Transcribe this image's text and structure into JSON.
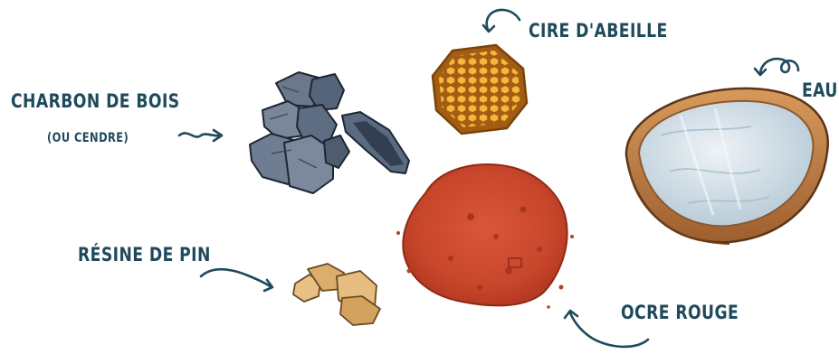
{
  "labels": {
    "charcoal": "CHARBON DE BOIS",
    "charcoal_note": "(OU CENDRE)",
    "beeswax": "CIRE D'ABEILLE",
    "water": "EAU",
    "pine_resin": "RÉSINE DE PIN",
    "red_ochre": "OCRE ROUGE"
  },
  "colors": {
    "label": "#1f4a5c",
    "charcoal": "#5d6b80",
    "beeswax": "#f2a531",
    "water_bowl": "#c8864a",
    "water": "#d5e2ea",
    "resin": "#e6bd80",
    "ochre": "#c8462b"
  }
}
